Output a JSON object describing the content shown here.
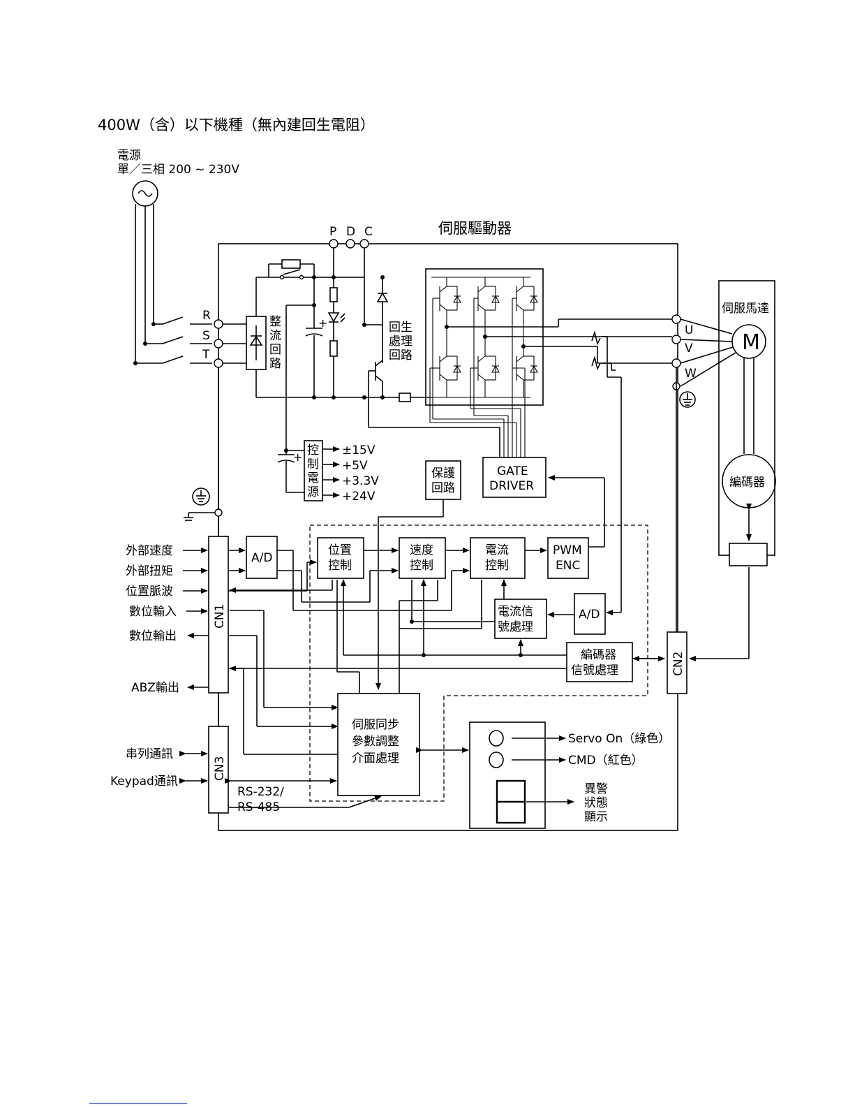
{
  "title": "400W（含）以下機種（無內建回生電阻）",
  "power": {
    "label_line1": "電源",
    "label_line2": "單／三相 200 ~ 230V",
    "phases": [
      "R",
      "S",
      "T"
    ]
  },
  "drive": {
    "title": "伺服驅動器",
    "dc_terminals": [
      "P",
      "D",
      "C"
    ],
    "rectifier": [
      "整",
      "流",
      "回",
      "路"
    ],
    "regen": [
      "回生",
      "處理",
      "回路"
    ],
    "control_power": [
      "控",
      "制",
      "電",
      "源"
    ],
    "voltages": [
      "±15V",
      "+5V",
      "+3.3V",
      "+24V"
    ],
    "protection": [
      "保護",
      "回路"
    ],
    "gate_driver": [
      "GATE",
      "DRIVER"
    ],
    "pos_ctrl": [
      "位置",
      "控制"
    ],
    "spd_ctrl": [
      "速度",
      "控制"
    ],
    "cur_ctrl": [
      "電流",
      "控制"
    ],
    "pwm_enc": [
      "PWM",
      "ENC"
    ],
    "ad": "A/D",
    "cur_signal": [
      "電流信",
      "號處理"
    ],
    "enc_signal": [
      "編碼器",
      "信號處理"
    ],
    "servo_sync": [
      "伺服同步",
      "參數調整",
      "介面處理"
    ],
    "cn1": "CN1",
    "cn2": "CN2",
    "cn3": "CN3",
    "rs": [
      "RS-232/",
      "RS-485"
    ]
  },
  "motor": {
    "title": "伺服馬達",
    "symbol": "M",
    "outputs": [
      "U",
      "V",
      "W"
    ],
    "encoder": "編碼器"
  },
  "cn1_signals": [
    "外部速度",
    "外部扭矩",
    "位置脈波",
    "數位輸入",
    "數位輸出",
    "ABZ輸出"
  ],
  "cn3_signals": [
    "串列通訊",
    "Keypad通訊"
  ],
  "panel": {
    "servo_on": "Servo On（綠色）",
    "cmd": "CMD（紅色）",
    "alarm": [
      "異警",
      "狀態",
      "顯示"
    ]
  }
}
